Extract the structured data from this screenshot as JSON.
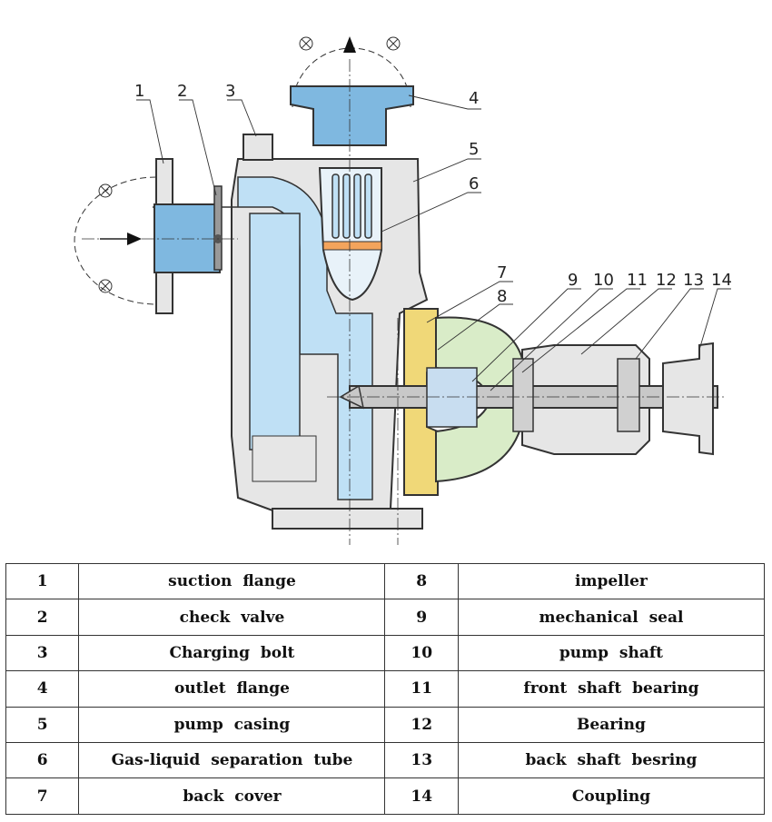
{
  "callouts": [
    "1",
    "2",
    "3",
    "4",
    "5",
    "6",
    "7",
    "8",
    "9",
    "10",
    "11",
    "12",
    "13",
    "14"
  ],
  "parts": [
    {
      "left_no": "1",
      "left_name": "suction  flange",
      "right_no": "8",
      "right_name": "impeller"
    },
    {
      "left_no": "2",
      "left_name": "check  valve",
      "right_no": "9",
      "right_name": "mechanical  seal"
    },
    {
      "left_no": "3",
      "left_name": "Charging  bolt",
      "right_no": "10",
      "right_name": "pump  shaft"
    },
    {
      "left_no": "4",
      "left_name": "outlet  flange",
      "right_no": "11",
      "right_name": "front  shaft  bearing"
    },
    {
      "left_no": "5",
      "left_name": "pump  casing",
      "right_no": "12",
      "right_name": "Bearing"
    },
    {
      "left_no": "6",
      "left_name": "Gas-liquid  separation  tube",
      "right_no": "13",
      "right_name": "back  shaft  besring"
    },
    {
      "left_no": "7",
      "left_name": "back  cover",
      "right_no": "14",
      "right_name": "Coupling"
    }
  ],
  "colors": {
    "fluid": "#bfe0f5",
    "flange": "#7fb8e0",
    "metal": "#e6e6e6",
    "cover": "#f0d878",
    "impeller": "#d9ecc8",
    "shaft": "#c8c8c8",
    "seal": "#f3a45c"
  }
}
